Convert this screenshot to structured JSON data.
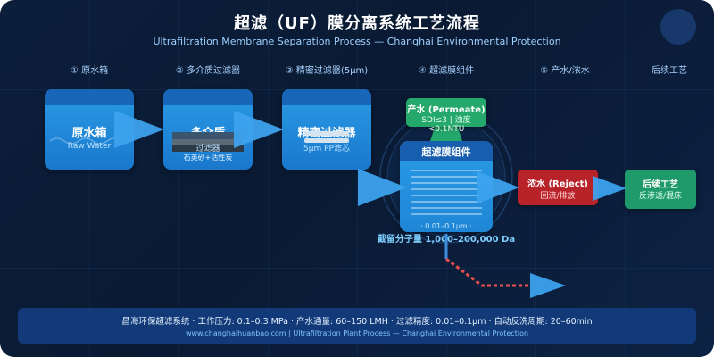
{
  "title": "超滤（UF）膜分离系统工艺流程",
  "subtitle": "Ultrafiltration Membrane Separation Process — Changhai Environmental Protection",
  "steps": [
    {
      "label": "① 原水箱"
    },
    {
      "label": "② 多介质过滤器"
    },
    {
      "label": "③ 精密过滤器(5μm)"
    },
    {
      "label": "④ 超滤膜组件"
    },
    {
      "label": "⑤ 产水/浓水"
    },
    {
      "label": "后续工艺"
    }
  ],
  "raw_tank": {
    "title": "原水箱",
    "subtitle": "Raw Water"
  },
  "multimedia": {
    "title": "多介质",
    "subtitle": "过滤器",
    "media": "石英砂+活性炭"
  },
  "precision": {
    "title": "精密过滤器",
    "subtitle": "5μm PP滤芯"
  },
  "uf_module": {
    "title": "超滤膜组件",
    "pore": "· 0.01–0.1μm ·",
    "mwco": "截留分子量 1,000–200,000 Da"
  },
  "permeate": {
    "title": "产水 (Permeate)",
    "spec": "SDI≤3 | 浊度<0.1NTU"
  },
  "reject": {
    "title": "浓水 (Reject)",
    "note": "回流/排放"
  },
  "downstream": {
    "title": "后续工艺",
    "note": "反渗透/混床"
  },
  "footer": {
    "line1": "昌海环保超滤系统 · 工作压力: 0.1–0.3 MPa · 产水通量: 60–150 LMH · 过滤精度: 0.01–0.1μm · 自动反洗周期: 20–60min",
    "line2": "www.changhaihuanbao.com | Ultrafiltration Plant Process — Changhai Environmental Protection"
  },
  "colors": {
    "background": "#0b1e3a",
    "box_blue": "#1f8ad8",
    "arrow_blue": "#3da2ee",
    "permeate_green": "#25a86b",
    "reject_red": "#b8232a",
    "downstream_green": "#1f9a6a",
    "drain_dotted": "#e8504b"
  }
}
